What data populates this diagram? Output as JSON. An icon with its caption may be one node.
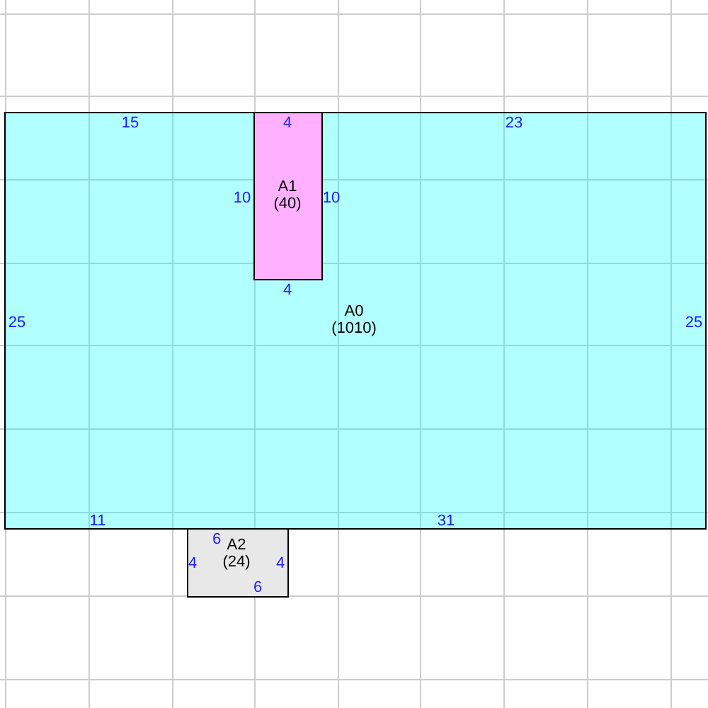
{
  "diagram": {
    "nodes": [
      {
        "text": [
          "A0",
          "(1010)",
          "15",
          "23",
          "25",
          "25",
          "11",
          "31"
        ]
      },
      {
        "text": [
          "A1",
          "(40)",
          "4",
          "10",
          "10",
          "4"
        ],
        "in": 0
      },
      {
        "text": [
          "A2",
          "(24)",
          "6",
          "4",
          "4",
          "6"
        ]
      }
    ]
  }
}
